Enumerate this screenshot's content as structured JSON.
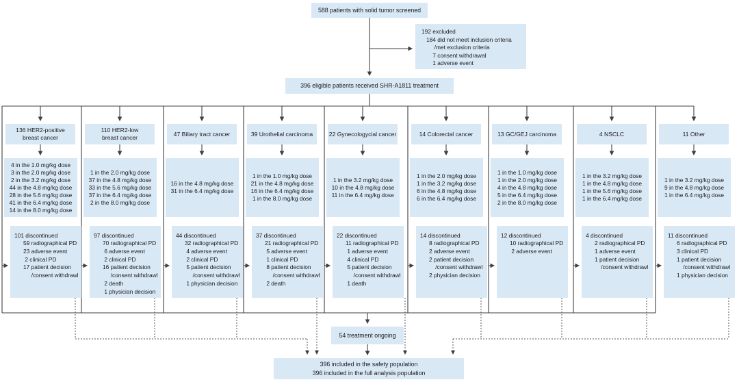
{
  "diagram": {
    "screened": "588 patients with solid tumor screened",
    "excluded_lines": [
      "192 excluded",
      "   184 did not meet inclusion criteria",
      "        /met exclusion criteria",
      "       7 consent withdrawal",
      "       1 adverse event"
    ],
    "eligible": "396 eligible patients received SHR-A1811 treatment",
    "ongoing": "54 treatment ongoing",
    "included_lines": [
      "396 included in the safety population",
      "396 included in the full analysis population"
    ]
  },
  "columns": [
    {
      "header": "136 HER2-positive\nbreast cancer",
      "doses": [
        " 4 in the 1.0 mg/kg dose",
        " 3 in the 2.0 mg/kg dose",
        " 2 in the 3.2 mg/kg dose",
        "44 in the 4.8 mg/kg dose",
        "28 in the 5.6 mg/kg dose",
        "41 in the 6.4 mg/kg dose",
        "14 in the 8.0 mg/kg dose"
      ],
      "discontinued": "101 discontinued",
      "reasons": [
        "59 radiographical PD",
        "23 adverse event",
        " 2 clinical PD",
        "17 patient decision",
        "     /consent withdrawl"
      ]
    },
    {
      "header": "110 HER2-low\nbreast cancer",
      "doses": [
        " 1 in the 2.0 mg/kg dose",
        "37 in the 4.8 mg/kg dose",
        "33 in the 5.6 mg/kg dose",
        "37 in the 6.4 mg/kg dose",
        " 2 in the 8.0 mg/kg dose"
      ],
      "discontinued": "97 discontinued",
      "reasons": [
        "70 radiographical PD",
        " 6 adverse event",
        " 2 clinical PD",
        "16 patient decision",
        "     /consent withdrawl",
        " 2 death",
        " 1 physician decision"
      ]
    },
    {
      "header": "47 Biliary tract cancer",
      "doses": [
        "16 in the 4.8 mg/kg dose",
        "31 in the 6.4 mg/kg dose"
      ],
      "discontinued": "44 discontinued",
      "reasons": [
        "32 radiographical PD",
        " 4 adverse event",
        " 2 clinical PD",
        " 5 patient decision",
        "     /consent withdrawl",
        " 1 physician decision"
      ]
    },
    {
      "header": "39 Urothelial carcinoma",
      "doses": [
        " 1 in the 1.0 mg/kg dose",
        "21 in the 4.8 mg/kg dose",
        "16 in the 6.4 mg/kg dose",
        " 1 in the 8.0 mg/kg dose"
      ],
      "discontinued": "37 discontinued",
      "reasons": [
        "21 radiographical PD",
        " 5 adverse event",
        " 1 clinical PD",
        " 8 patient decision",
        "     /consent withdrawl",
        " 2 death"
      ]
    },
    {
      "header": "22 Gynecologycial cancer",
      "doses": [
        " 1 in the 3.2 mg/kg dose",
        "10 in the 4.8 mg/kg dose",
        "11 in the 6.4 mg/kg dose"
      ],
      "discontinued": "22 discontinued",
      "reasons": [
        "11 radiographical PD",
        " 1 adverse event",
        " 4 clinical PD",
        " 5 patient decision",
        "     /consent withdrawl",
        " 1 death"
      ]
    },
    {
      "header": "14 Colorectal cancer",
      "doses": [
        "1 in the 2.0 mg/kg dose",
        "1 in the 3.2 mg/kg dose",
        "6 in the 4.8 mg/kg dose",
        "6 in the 6.4 mg/kg dose"
      ],
      "discontinued": "14 discontinued",
      "reasons": [
        "8 radiographical PD",
        "2 adverse event",
        "2 patient decision",
        "    /consent withdrawl",
        "2 physician decision"
      ]
    },
    {
      "header": "13 GC/GEJ carcinoma",
      "doses": [
        "1 in the 1.0 mg/kg dose",
        "1 in the 2.0 mg/kg dose",
        "4 in the 4.8 mg/kg dose",
        "5 in the 6.4 mg/kg dose",
        "2 in the 8.0 mg/kg dose"
      ],
      "discontinued": "12 discontinued",
      "reasons": [
        "10 radiographical PD",
        " 2 adverse event"
      ]
    },
    {
      "header": "4 NSCLC",
      "doses": [
        "1 in the 3.2 mg/kg dose",
        "1 in the 4.8 mg/kg dose",
        "1 in the 5.6 mg/kg dose",
        "1 in the 6.4 mg/kg dose"
      ],
      "discontinued": "4 discontinued",
      "reasons": [
        "2 radiographical PD",
        "1 adverse event",
        "1 patient decision",
        "    /consent withdrawl"
      ]
    },
    {
      "header": "11 Other",
      "doses": [
        "1 in the 3.2 mg/kg dose",
        "9 in the 4.8 mg/kg dose",
        "1 in the 6.4 mg/kg dose"
      ],
      "discontinued": "11 discontinued",
      "reasons": [
        "6 radiographical PD",
        "3 clinical PD",
        "1 patient decision",
        "    /consent withdrawl",
        "1 physician decision"
      ]
    }
  ],
  "colors": {
    "box_fill": "#d9e8f5",
    "line": "#3f3f3f",
    "dashed_line": "#555555",
    "text": "#1b1b1b"
  }
}
